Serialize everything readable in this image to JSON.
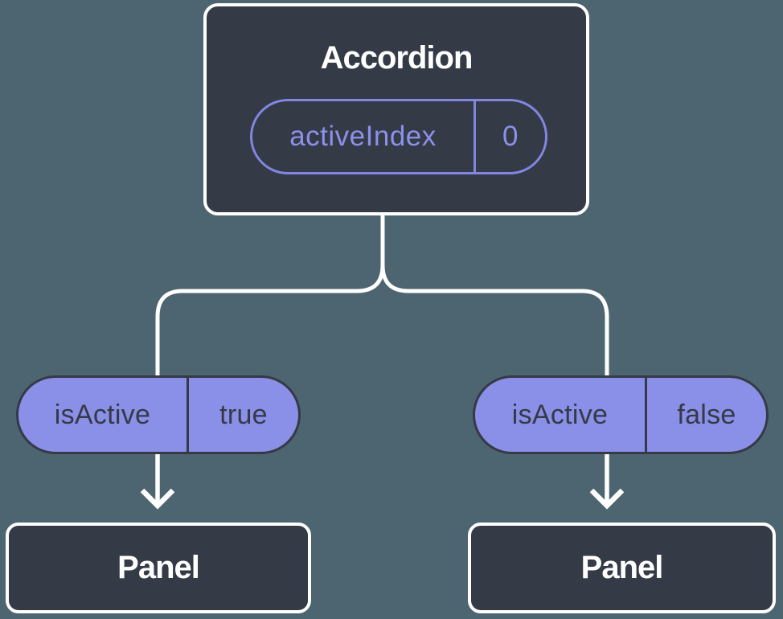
{
  "diagram": {
    "root": {
      "title": "Accordion",
      "state": {
        "label": "activeIndex",
        "value": "0"
      }
    },
    "children": [
      {
        "prop": {
          "label": "isActive",
          "value": "true"
        },
        "title": "Panel"
      },
      {
        "prop": {
          "label": "isActive",
          "value": "false"
        },
        "title": "Panel"
      }
    ]
  },
  "colors": {
    "background": "#4d6570",
    "node_fill": "#343a46",
    "node_border": "#ffffff",
    "connector": "#ffffff",
    "prop_pill_fill": "#8a8fe8",
    "prop_pill_text": "#343a46",
    "state_pill_border": "#8186e2",
    "state_pill_text": "#8b90e8"
  }
}
